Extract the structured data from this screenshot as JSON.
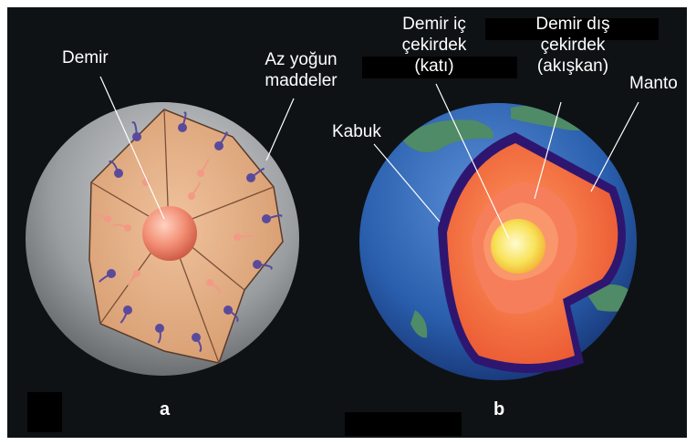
{
  "labels": {
    "demir": "Demir",
    "az_yogun": [
      "Az yoğun",
      "maddeler"
    ],
    "demir_ic": [
      "Demir iç",
      "çekirdek",
      "(katı)"
    ],
    "demir_dis": [
      "Demir dış",
      "çekirdek",
      "(akışkan)"
    ],
    "manto": "Manto",
    "kabuk": "Kabuk"
  },
  "captions": {
    "a": "a",
    "b": "b"
  },
  "colors": {
    "background": "#0e1215",
    "sphere_grey": "#8c8f92",
    "interior_tan": "#e0a87a",
    "iron_core": "#f19075",
    "droplet_purple": "#5a4a9c",
    "ocean_blue": "#2a5fae",
    "land_green": "#4f8b66",
    "mantle_orange": "#f26a3a",
    "outer_core": "#f5815a",
    "inner_core_yellow": "#f7e25a",
    "crust_dark": "#3a1e78"
  }
}
